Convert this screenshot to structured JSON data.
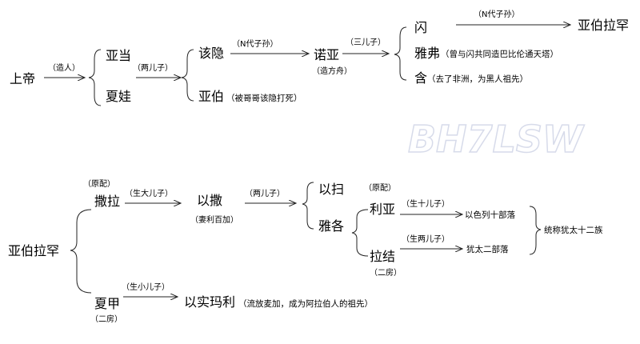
{
  "watermark": "BH7LSW",
  "top": {
    "god": "上帝",
    "e_create": "（造人）",
    "adam": "亚当",
    "eve": "夏娃",
    "e_two_sons": "（两儿子）",
    "seth": "该隐",
    "abel": "亚伯",
    "abel_note": "（被哥哥该隐打死）",
    "e_n_desc_1": "（N代子孙）",
    "noah": "诺亚",
    "noah_note": "（造方舟）",
    "e_three_sons": "（三儿子）",
    "shem": "闪",
    "japheth": "雅弗",
    "japheth_note": "（曾与闪共同造巴比伦通天塔）",
    "ham": "含",
    "ham_note": "（去了非洲，为黑人祖先）",
    "e_n_desc_2": "（N代子孙）",
    "abraham": "亚伯拉罕"
  },
  "bottom": {
    "abraham": "亚伯拉罕",
    "sarah_tag": "（原配）",
    "sarah": "撒拉",
    "e_eldest": "（生大儿子）",
    "isaac": "以撒",
    "isaac_note": "（妻利百加）",
    "e_two_sons": "（两儿子）",
    "esau": "以扫",
    "jacob": "雅各",
    "leah_tag": "（原配）",
    "leah": "利亚",
    "e_ten_sons": "（生十儿子）",
    "ten_tribes": "以色列十部落",
    "rachel": "拉结",
    "rachel_tag": "（二房）",
    "e_two_sons_b": "（生两儿子）",
    "two_tribes": "犹太二部落",
    "summary": "统称犹太十二族",
    "hagar": "夏甲",
    "hagar_tag": "（二房）",
    "e_youngest": "（生小儿子）",
    "ishmael": "以实玛利",
    "ishmael_note": "（流放麦加，成为阿拉伯人的祖先）"
  }
}
